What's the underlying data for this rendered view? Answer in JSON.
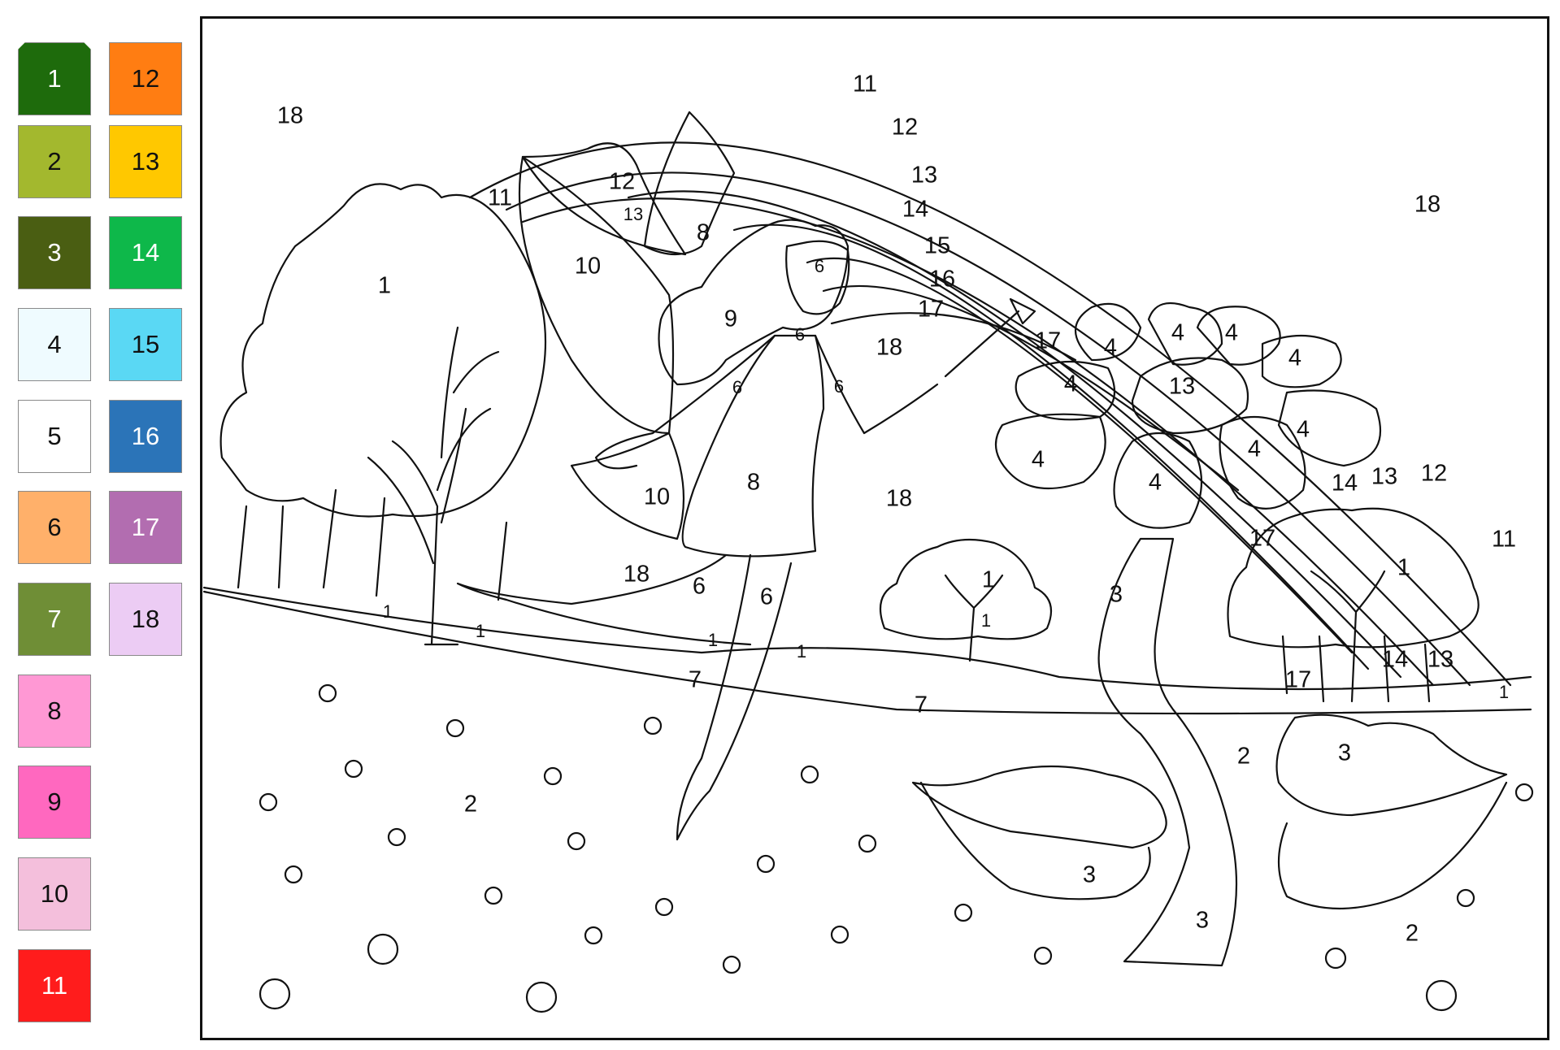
{
  "palette": [
    {
      "label": "1",
      "color": "#1e6b0c",
      "text_color": "#ffffff",
      "selected": true
    },
    {
      "label": "2",
      "color": "#a3b82e",
      "text_color": "#111111"
    },
    {
      "label": "3",
      "color": "#4a5e12",
      "text_color": "#ffffff"
    },
    {
      "label": "4",
      "color": "#effbff",
      "text_color": "#111111"
    },
    {
      "label": "5",
      "color": "#ffffff",
      "text_color": "#111111"
    },
    {
      "label": "6",
      "color": "#ffb06a",
      "text_color": "#111111"
    },
    {
      "label": "7",
      "color": "#6f8e36",
      "text_color": "#ffffff"
    },
    {
      "label": "8",
      "color": "#ff98d4",
      "text_color": "#111111"
    },
    {
      "label": "9",
      "color": "#ff68bf",
      "text_color": "#111111"
    },
    {
      "label": "10",
      "color": "#f4bfdc",
      "text_color": "#111111"
    },
    {
      "label": "11",
      "color": "#ff1c1c",
      "text_color": "#ffffff"
    },
    {
      "label": "12",
      "color": "#ff7d12",
      "text_color": "#111111"
    },
    {
      "label": "13",
      "color": "#ffc800",
      "text_color": "#111111"
    },
    {
      "label": "14",
      "color": "#0eb84a",
      "text_color": "#ffffff"
    },
    {
      "label": "15",
      "color": "#5ad8f4",
      "text_color": "#111111"
    },
    {
      "label": "16",
      "color": "#2b74b8",
      "text_color": "#ffffff"
    },
    {
      "label": "17",
      "color": "#b26db0",
      "text_color": "#ffffff"
    },
    {
      "label": "18",
      "color": "#ecccf4",
      "text_color": "#111111"
    }
  ],
  "regions": {
    "sky_left": "18",
    "sky_right": "18",
    "sky_mid": "18",
    "sky_low": "18",
    "arc_1": "11",
    "arc_2": "12",
    "arc_3": "13",
    "arc_4": "14",
    "arc_5": "15",
    "arc_6": "16",
    "arc_7": "17",
    "arc_inner": "18",
    "tree_left": "1",
    "tree_center": "1",
    "tree_right": "1",
    "grass_1": "1",
    "grass_2": "1",
    "grass_3": "1",
    "grass_4": "1",
    "grass_5": "1",
    "grass_6": "1",
    "wing_top_11": "11",
    "wing_top_12": "12",
    "wing_top_13": "13",
    "wing_upper": "10",
    "wing_right": "8",
    "hair": "9",
    "face": "6",
    "neck": "6",
    "arm_left": "6",
    "arm_right": "6",
    "dress": "8",
    "wing_lower": "10",
    "leg_left": "6",
    "leg_right": "6",
    "ground_path_left": "7",
    "ground_path_mid": "7",
    "wand_star": "17",
    "petal_1": "4",
    "petal_2": "4",
    "petal_3": "4",
    "petal_4": "4",
    "petal_5": "4",
    "petal_6": "4",
    "petal_7": "4",
    "petal_8": "4",
    "petal_9": "4",
    "flower_center": "13",
    "stem": "3",
    "leaf_left": "3",
    "leaf_right": "3",
    "leaf_bottom": "3",
    "meadow": "2",
    "meadow_right": "2",
    "meadow_low": "2",
    "arc_right_14": "14",
    "arc_right_13": "13",
    "arc_right_12": "12",
    "arc_right_11": "11",
    "trunks_right_17": "17",
    "trunks_right_14": "14",
    "trunks_right_13": "13",
    "star_17": "17"
  }
}
